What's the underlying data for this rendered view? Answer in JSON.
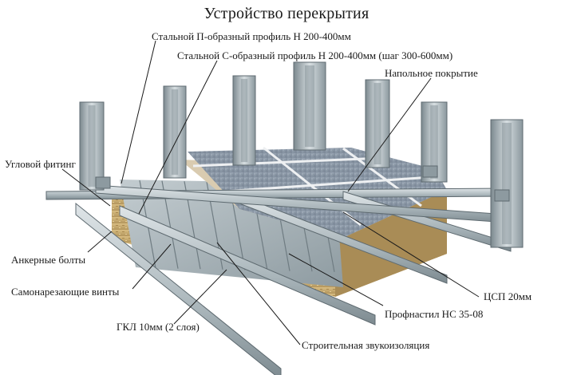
{
  "title": "Устройство перекрытия",
  "labels": {
    "p_profile": "Стальной П-образный профиль Н 200-400мм",
    "c_profile": "Стальной С-образный профиль Н 200-400мм (шаг 300-600мм)",
    "floor_covering": "Напольное покрытие",
    "corner_fitting": "Угловой фитинг",
    "anchor_bolts": "Анкерные болты",
    "self_tapping_screws": "Самонарезающие винты",
    "gkl": "ГКЛ 10мм (2 слоя)",
    "sound_insulation": "Строительная звукоизоляция",
    "profnastil": "Профнастил НС 35-08",
    "tsp": "ЦСП 20мм"
  },
  "colors": {
    "steel_light": "#c9d2d6",
    "steel_mid": "#9fabb0",
    "steel_dark": "#6f7c82",
    "tile": "#8a97a6",
    "grout": "#e9ecef",
    "csp": "#d9cbb0",
    "insulation": "#c9ad72",
    "text": "#1a1a1a"
  }
}
